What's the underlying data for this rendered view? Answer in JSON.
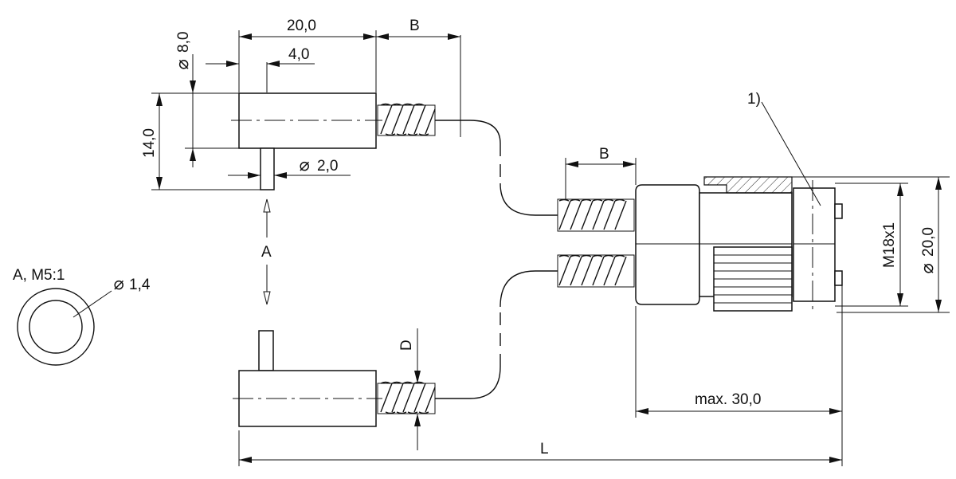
{
  "labels": {
    "top_width": "20,0",
    "b_top": "B",
    "diameter_8": "8,0",
    "offset_4": "4,0",
    "height_14": "14,0",
    "pin_diameter": "2,0",
    "view_a": "A",
    "detail_label": "A, M5:1",
    "detail_diameter": "1,4",
    "d_label": "D",
    "b_connector": "B",
    "note_1": "1)",
    "thread": "M18x1",
    "connector_diameter": "20,0",
    "max_length": "max. 30,0",
    "overall_length": "L",
    "diameter_symbol": "⌀"
  }
}
